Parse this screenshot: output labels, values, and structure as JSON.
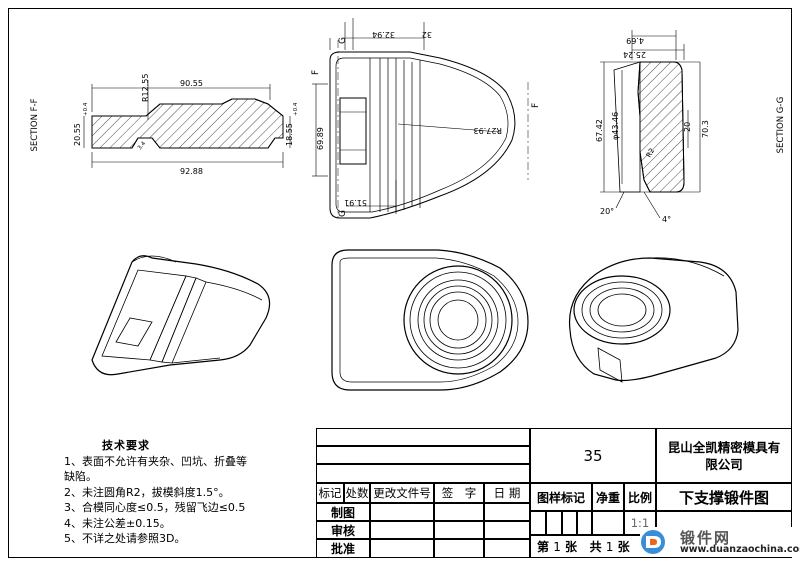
{
  "section_ff_label": "SECTION F-F",
  "section_gg_label": "SECTION G-G",
  "dims_ff": {
    "width_top": "90.55",
    "width_bottom": "92.88",
    "radius": "R12.55",
    "left_h": "20.55",
    "left_tol": "+0.4",
    "right_h": "18.55",
    "right_tol": "+0.4",
    "small": "3.4"
  },
  "dims_plan": {
    "top1": "32.94",
    "top2": "32",
    "height": "69.89",
    "radius": "R27.93",
    "bottom": "51.91",
    "g_label": "G",
    "f_label": "F"
  },
  "dims_gg": {
    "top1": "4.69",
    "top2": "25.24",
    "d1": "67.42",
    "d2": "φ43.46",
    "h1": "20",
    "h2": "70.3",
    "r1": "R2",
    "a1": "20°",
    "a2": "4°"
  },
  "tech_title": "技术要求",
  "tech_lines": [
    "1、表面不允许有夹杂、凹坑、折叠等",
    "缺陷。",
    "2、未注圆角R2，拔模斜度1.5°。",
    "3、合模同心度≤0.5，残留飞边≤0.5",
    "4、未注公差±0.15。",
    "5、不详之处请参照3D。"
  ],
  "title_block": {
    "material_no": "35",
    "company": "昆山全凯精密模具有限公司",
    "part_name": "下支撑锻件图",
    "h_mark": "标记",
    "h_qty": "处数",
    "h_change": "更改文件号",
    "h_sign": "签　字",
    "h_date": "日 期",
    "h_pattern": "图样标记",
    "h_weight": "净重",
    "h_scale": "比例",
    "scale": "1:1",
    "row_draw": "制图",
    "row_check": "审核",
    "row_approve": "批准",
    "sheet_prefix": "第",
    "sheet_no": "1",
    "sheet_unit": "张",
    "total_prefix": "共",
    "total_no": "1",
    "total_unit": "张"
  },
  "watermark": {
    "cn": "锻件网",
    "url": "www.duanzaochina.com"
  }
}
